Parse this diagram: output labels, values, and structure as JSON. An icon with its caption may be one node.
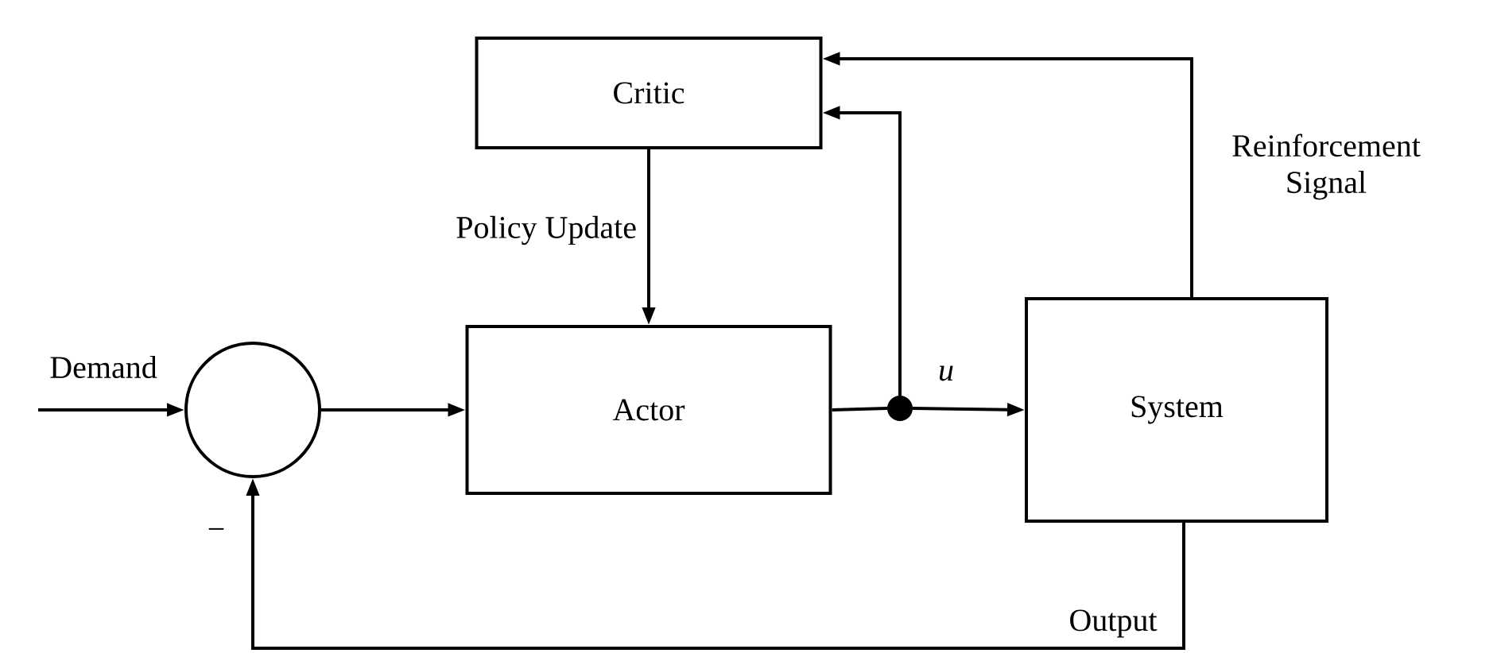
{
  "diagram": {
    "nodes": [
      {
        "text": [
          "Critic"
        ]
      },
      {
        "text": [
          "Actor"
        ]
      },
      {
        "text": [
          "System"
        ]
      },
      {
        "text": [],
        "shape": "circle"
      },
      {
        "text": [],
        "shape": "circle"
      }
    ],
    "edges": [
      {
        "from": null,
        "to": 3,
        "arrow": "to",
        "label": "Demand"
      },
      {
        "from": 3,
        "to": 1,
        "arrow": "to"
      },
      {
        "from": 1,
        "to": 4,
        "arrow": "none"
      },
      {
        "from": 4,
        "to": 2,
        "arrow": "to",
        "label": "u"
      },
      {
        "from": 4,
        "to": 0,
        "arrow": "to"
      },
      {
        "from": 0,
        "to": 1,
        "arrow": "to",
        "label": "Policy Update"
      },
      {
        "from": 2,
        "to": 0,
        "arrow": "to",
        "label": "Reinforcement Signal"
      },
      {
        "from": 2,
        "to": 3,
        "arrow": "to",
        "label": "Output"
      }
    ],
    "labels": [
      "−"
    ]
  }
}
